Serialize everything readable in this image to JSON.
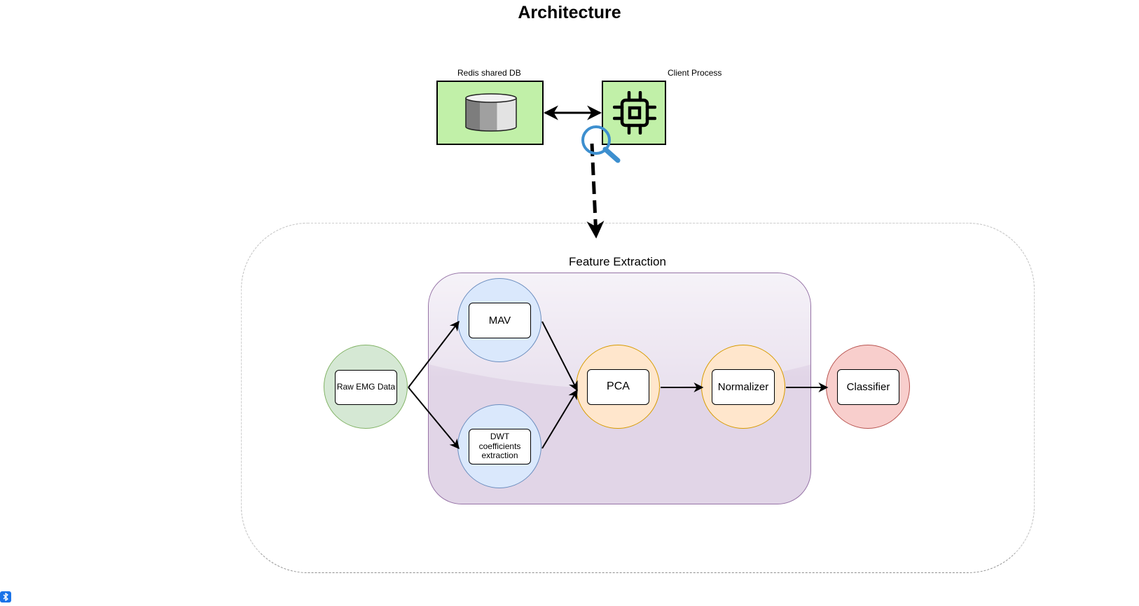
{
  "title": "Architecture",
  "top_row": {
    "db_label": "Redis shared DB",
    "client_label": "Client Process"
  },
  "feature_extraction": {
    "label": "Feature Extraction",
    "nodes": {
      "raw": "Raw EMG Data",
      "mav": "MAV",
      "dwt": "DWT coefficients extraction",
      "pca": "PCA",
      "normalizer": "Normalizer",
      "classifier": "Classifier"
    }
  },
  "icons": {
    "database": "database-icon",
    "cpu": "cpu-chip-icon",
    "magnifier": "magnifier-icon",
    "bluetooth": "bluetooth-icon"
  },
  "colors": {
    "db_box": "#c1f0a8",
    "raw_node": "#d5e8d4",
    "feature_nodes": "#dae8fc",
    "pca_normalizer_nodes": "#ffe6cc",
    "classifier_node": "#f8cecc",
    "feature_region": "#e1d5e7",
    "magnifier": "#3d8fcf"
  }
}
